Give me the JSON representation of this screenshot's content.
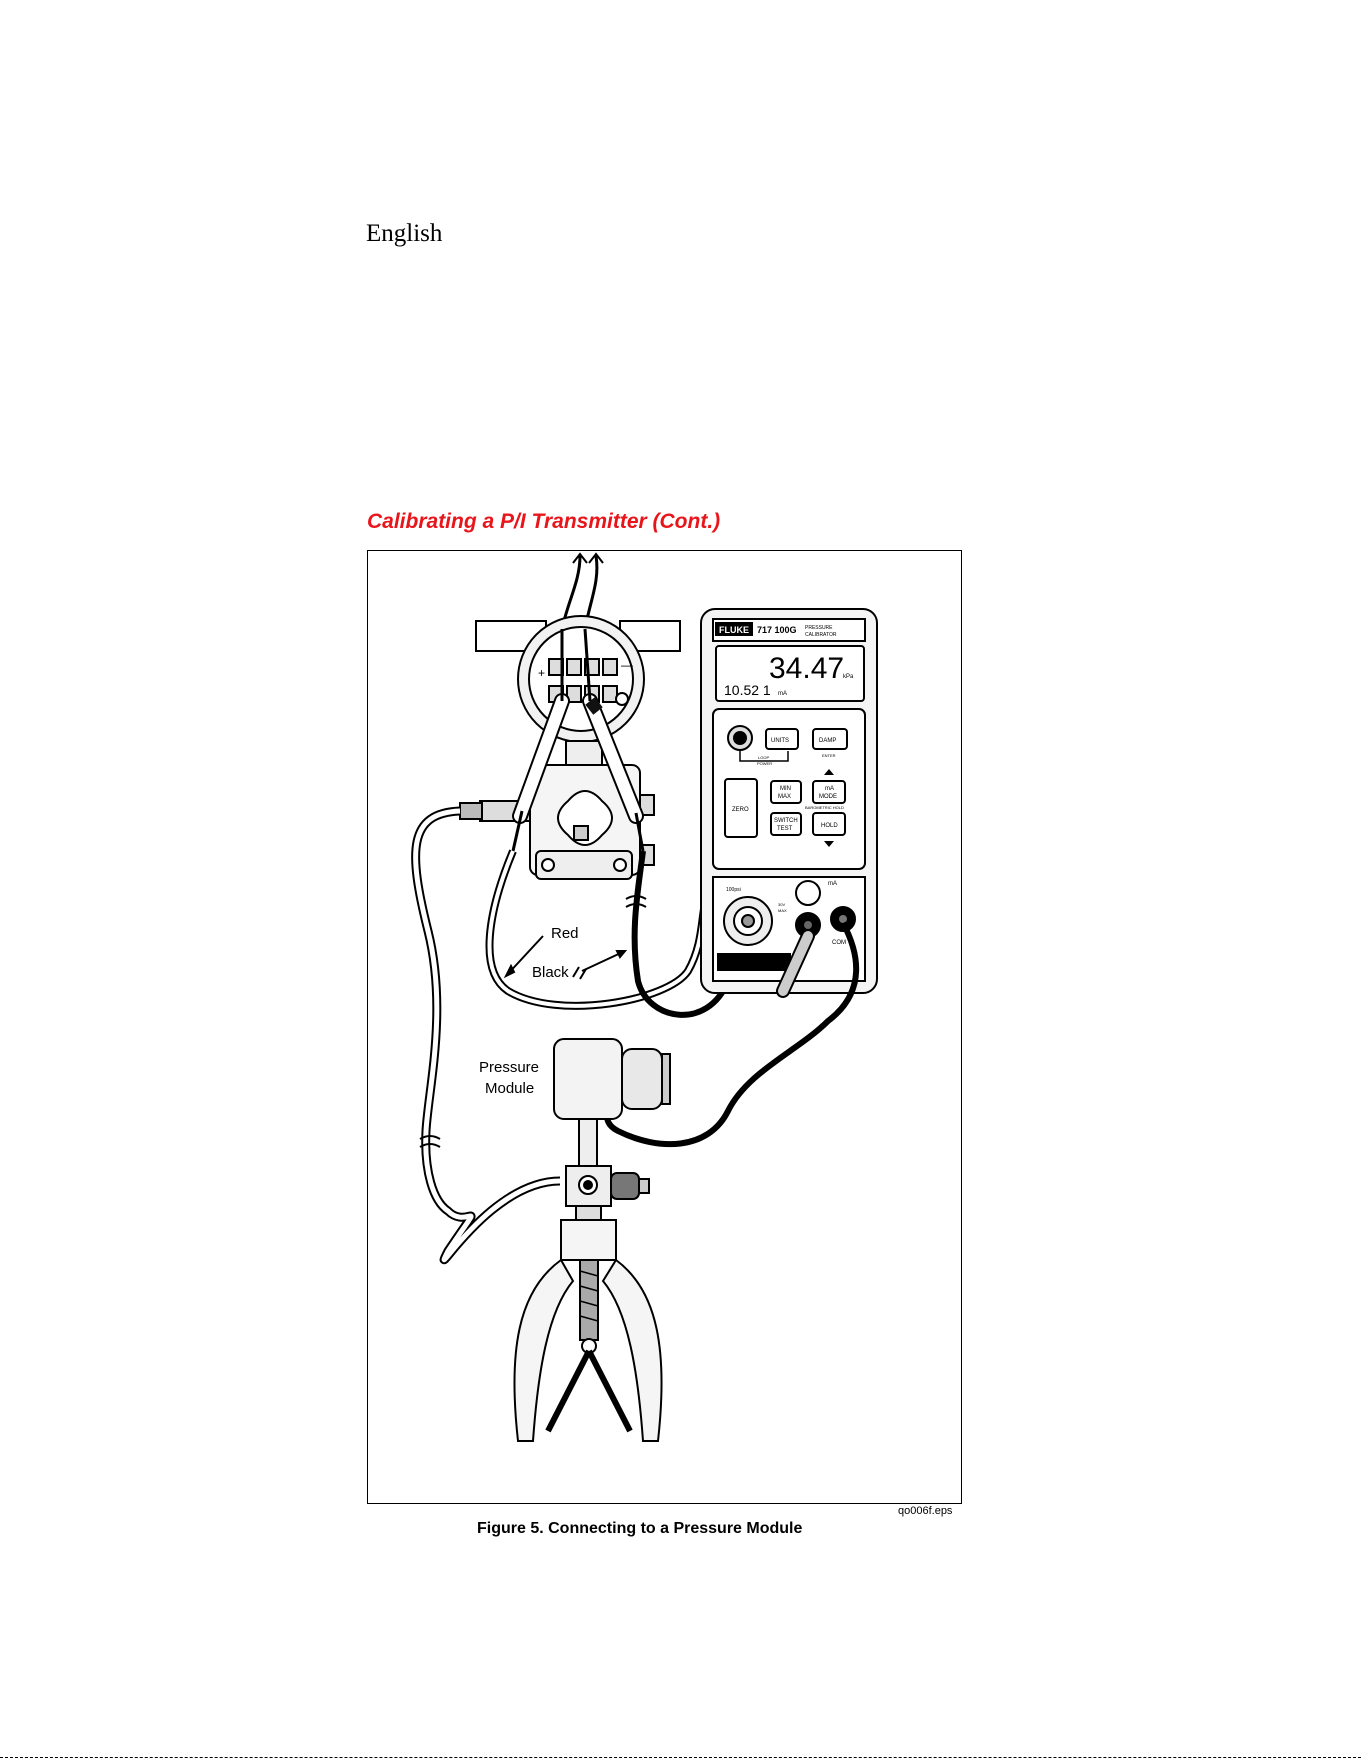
{
  "page": {
    "language_label": "English",
    "section_title": "Calibrating a P/I Transmitter (Cont.)",
    "figure_file": "qo006f.eps",
    "figure_caption": "Figure 5. Connecting to a Pressure Module"
  },
  "figure": {
    "labels": {
      "red_lead": "Red",
      "black_lead": "Black",
      "pressure_module_line1": "Pressure",
      "pressure_module_line2": "Module"
    },
    "calibrator": {
      "brand": "FLUKE",
      "model": "717 100G",
      "model_desc_line1": "PRESSURE",
      "model_desc_line2": "CALIBRATOR",
      "display_main": "34.47",
      "display_main_unit": "kPa",
      "display_sub": "10.52 1",
      "display_sub_unit": "mA",
      "buttons": {
        "units": "UNITS",
        "damp": "DAMP",
        "enter": "ENTER",
        "loop_power_line1": "LOOP",
        "loop_power_line2": "POWER",
        "zero": "ZERO",
        "min_max_line1": "MIN",
        "min_max_line2": "MAX",
        "ma_mode_line1": "mA",
        "ma_mode_line2": "MODE",
        "barometric": "BAROMETRIC  HOLD",
        "switch_test_line1": "SWITCH",
        "switch_test_line2": "TEST",
        "hold": "HOLD"
      },
      "jacks": {
        "ma": "mA",
        "com": "COM",
        "port": "100psi",
        "max_line1": "30V",
        "max_line2": "MAX"
      }
    }
  }
}
